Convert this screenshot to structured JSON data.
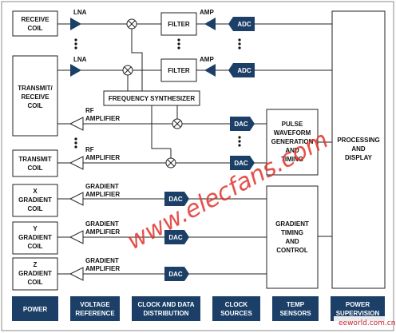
{
  "diagram": {
    "receive_coil": [
      "RECEIVE",
      "COIL"
    ],
    "transmit_receive_coil": [
      "TRANSMIT/",
      "RECEIVE",
      "COIL"
    ],
    "transmit_coil": [
      "TRANSMIT",
      "COIL"
    ],
    "x_gradient_coil": [
      "X",
      "GRADIENT",
      "COIL"
    ],
    "y_gradient_coil": [
      "Y",
      "GRADIENT",
      "COIL"
    ],
    "z_gradient_coil": [
      "Z",
      "GRADIENT",
      "COIL"
    ],
    "lna": "LNA",
    "filter": "FILTER",
    "amp": "AMP",
    "adc": "ADC",
    "dac": "DAC",
    "frequency_synthesizer": "FREQUENCY SYNTHESIZER",
    "rf_amplifier": [
      "RF",
      "AMPLIFIER"
    ],
    "gradient_amplifier": [
      "GRADIENT",
      "AMPLIFIER"
    ],
    "pulse_block": [
      "PULSE",
      "WAVEFORM",
      "GENERATION",
      "AND",
      "TIMING"
    ],
    "gradient_timing": [
      "GRADIENT",
      "TIMING",
      "AND",
      "CONTROL"
    ],
    "processing": [
      "PROCESSING",
      "AND",
      "DISPLAY"
    ],
    "bottom_blocks": [
      [
        "POWER"
      ],
      [
        "VOLTAGE",
        "REFERENCE"
      ],
      [
        "CLOCK AND DATA",
        "DISTRIBUTION"
      ],
      [
        "CLOCK",
        "SOURCES"
      ],
      [
        "TEMP",
        "SENSORS"
      ],
      [
        "POWER",
        "SUPERVISION"
      ]
    ],
    "watermark": "www.elecfans.com",
    "corner_logo": [
      "eeworld.com.cn"
    ],
    "colors": {
      "accent": "#1b3f66",
      "watermark": "#e0322b",
      "line": "#222222"
    }
  }
}
